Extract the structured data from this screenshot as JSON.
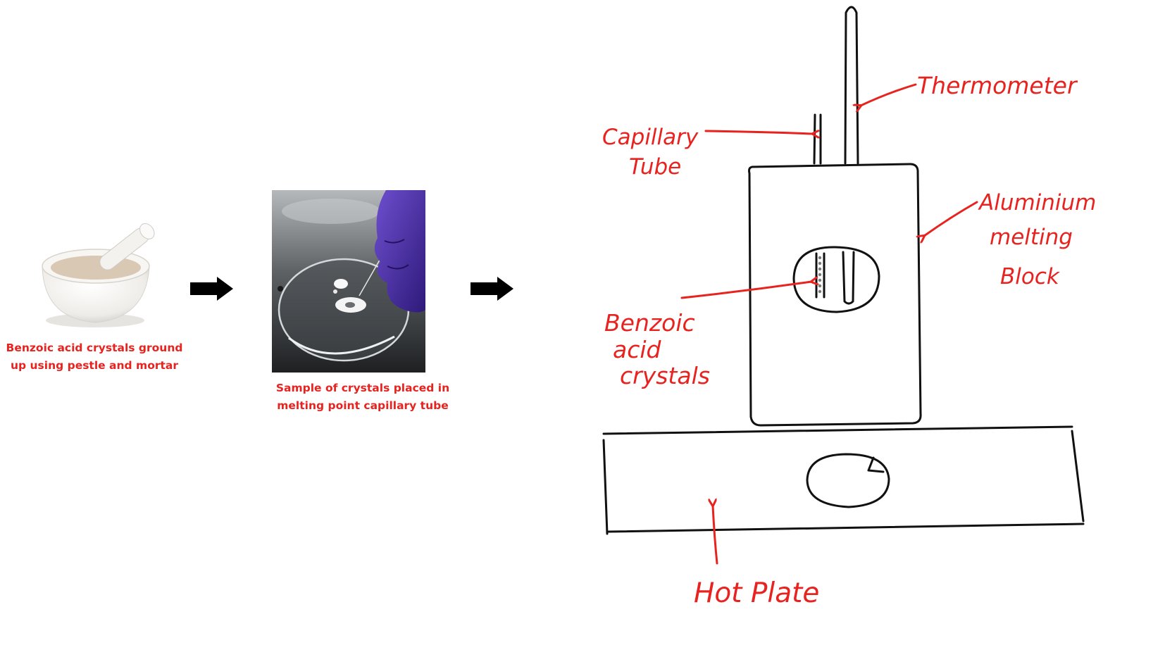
{
  "steps": [
    {
      "caption": "Benzoic acid crystals ground up using pestle and mortar",
      "image": "mortar-and-pestle"
    },
    {
      "caption": "Sample of crystals placed in melting point capillary tube",
      "image": "gloved-hand-petri-dish-photo"
    }
  ],
  "apparatus": {
    "labels": {
      "thermometer": "Thermometer",
      "capillary_line1": "Capillary",
      "capillary_line2": "Tube",
      "block_line1": "Aluminium",
      "block_line2": "melting",
      "block_line3": "Block",
      "crystals_line1": "Benzoic",
      "crystals_line2": "acid",
      "crystals_line3": "crystals",
      "hot_plate": "Hot Plate"
    }
  },
  "colors": {
    "label": "#e8231f",
    "ink": "#111111",
    "arrow": "#000000"
  },
  "icons": [
    "right-arrow-icon",
    "right-arrow-icon"
  ]
}
